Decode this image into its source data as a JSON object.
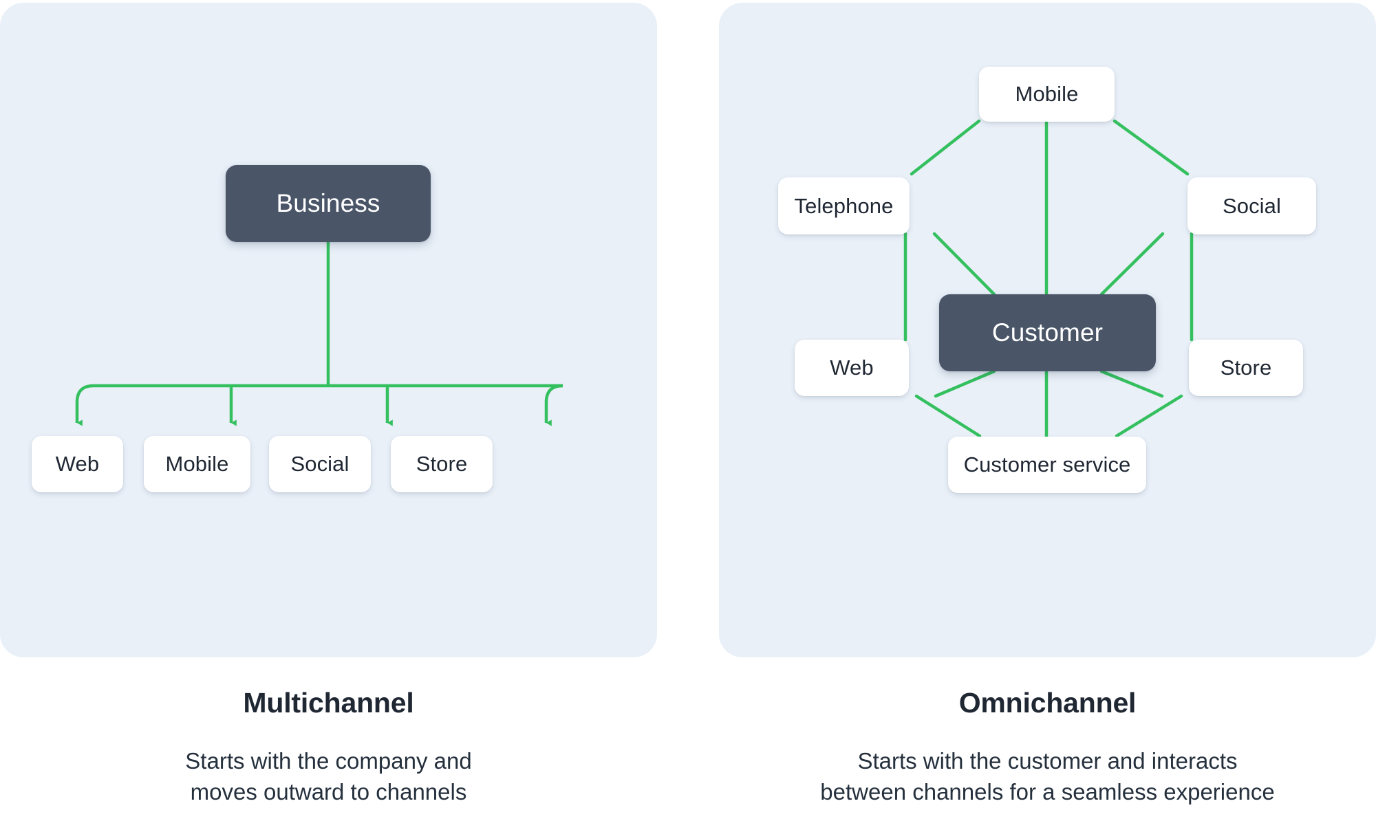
{
  "accent_color": "#35c05f",
  "panel_bg": "#e9f0f8",
  "primary_node_bg": "#4a5668",
  "node_bg": "#ffffff",
  "text_color": "#1f2733",
  "left": {
    "panel_name": "multichannel-diagram",
    "root_node": {
      "label": "Business"
    },
    "channels": [
      {
        "label": "Web"
      },
      {
        "label": "Mobile"
      },
      {
        "label": "Social"
      },
      {
        "label": "Store"
      }
    ],
    "caption": {
      "title": "Multichannel",
      "desc_line1": "Starts with the company and",
      "desc_line2": "moves outward to channels"
    }
  },
  "right": {
    "panel_name": "omnichannel-diagram",
    "center_node": {
      "label": "Customer"
    },
    "channels": [
      {
        "label": "Mobile"
      },
      {
        "label": "Telephone"
      },
      {
        "label": "Social"
      },
      {
        "label": "Web"
      },
      {
        "label": "Store"
      },
      {
        "label": "Customer service"
      }
    ],
    "caption": {
      "title": "Omnichannel",
      "desc_line1": "Starts with the customer and interacts",
      "desc_line2": "between channels for a seamless experience"
    }
  },
  "chart_data": {
    "type": "diagram",
    "title": "Multichannel vs Omnichannel",
    "panels": [
      {
        "name": "Multichannel",
        "layout": "top-down tree with arrowheads",
        "nodes": [
          "Business",
          "Web",
          "Mobile",
          "Social",
          "Store"
        ],
        "edges": [
          {
            "from": "Business",
            "to": "Web",
            "directed": true
          },
          {
            "from": "Business",
            "to": "Mobile",
            "directed": true
          },
          {
            "from": "Business",
            "to": "Social",
            "directed": true
          },
          {
            "from": "Business",
            "to": "Store",
            "directed": true
          }
        ]
      },
      {
        "name": "Omnichannel",
        "layout": "hexagonal mesh around central node",
        "nodes": [
          "Customer",
          "Mobile",
          "Telephone",
          "Social",
          "Web",
          "Store",
          "Customer service"
        ],
        "edges": [
          {
            "from": "Customer",
            "to": "Mobile",
            "directed": false
          },
          {
            "from": "Customer",
            "to": "Telephone",
            "directed": false
          },
          {
            "from": "Customer",
            "to": "Social",
            "directed": false
          },
          {
            "from": "Customer",
            "to": "Web",
            "directed": false
          },
          {
            "from": "Customer",
            "to": "Store",
            "directed": false
          },
          {
            "from": "Customer",
            "to": "Customer service",
            "directed": false
          },
          {
            "from": "Mobile",
            "to": "Telephone",
            "directed": false
          },
          {
            "from": "Mobile",
            "to": "Social",
            "directed": false
          },
          {
            "from": "Telephone",
            "to": "Web",
            "directed": false
          },
          {
            "from": "Social",
            "to": "Store",
            "directed": false
          },
          {
            "from": "Web",
            "to": "Customer service",
            "directed": false
          },
          {
            "from": "Store",
            "to": "Customer service",
            "directed": false
          }
        ]
      }
    ]
  }
}
